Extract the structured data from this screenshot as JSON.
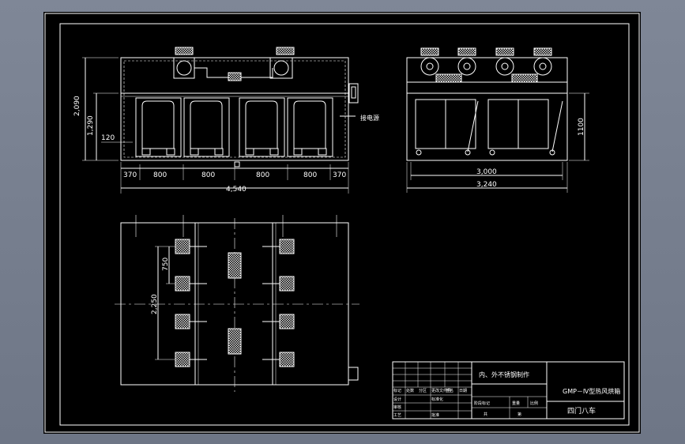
{
  "dims": {
    "front_total_h": "2,090",
    "front_body_h": "1,290",
    "front_offset": "120",
    "front_side_left": "370",
    "front_bay_1": "800",
    "front_bay_2": "800",
    "front_bay_3": "800",
    "front_bay_4": "800",
    "front_side_right": "370",
    "front_total_w": "4,540",
    "side_height": "1100",
    "side_inner_w": "3,000",
    "side_total_w": "3,240",
    "plan_pitch": "750",
    "plan_total": "2,250"
  },
  "callout": "接电源",
  "title_block": {
    "note": "内、外不锈钢制作",
    "model": "GMP－Ⅳ型热风烘箱",
    "name": "四门八车",
    "cells": {
      "r1c1": "标记",
      "r1c2": "处数",
      "r1c3": "分区",
      "r1c4": "更改文件号",
      "r1c5": "签名",
      "r1c6": "日期",
      "r2c1": "设计",
      "r2c2": "标准化",
      "r3c1": "审核",
      "r4c1": "工艺",
      "r4c2": "批准",
      "stage": "阶段标记",
      "weight": "重量",
      "scale": "比例",
      "sheet_a": "共",
      "sheet_b": "第"
    }
  }
}
